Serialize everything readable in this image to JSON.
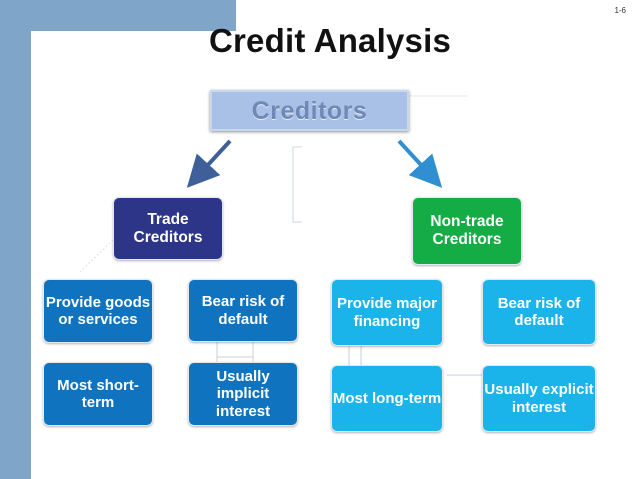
{
  "slide_number": "1-6",
  "title": "Credit Analysis",
  "root": {
    "label": "Creditors"
  },
  "trade": {
    "label": "Trade Creditors",
    "items": [
      "Provide goods or services",
      "Bear risk of default",
      "Most short-term",
      "Usually implicit interest"
    ]
  },
  "non_trade": {
    "label": "Non-trade Creditors",
    "items": [
      "Provide major financing",
      "Bear risk of default",
      "Most long-term",
      "Usually explicit interest"
    ]
  },
  "colors": {
    "band": "#7fa6c9",
    "trade_header": "#2c3588",
    "non_trade_header": "#14ad45",
    "trade_items": "#0f73bf",
    "non_trade_items": "#1ab4ea",
    "root_fill": "#a9c1e6"
  }
}
